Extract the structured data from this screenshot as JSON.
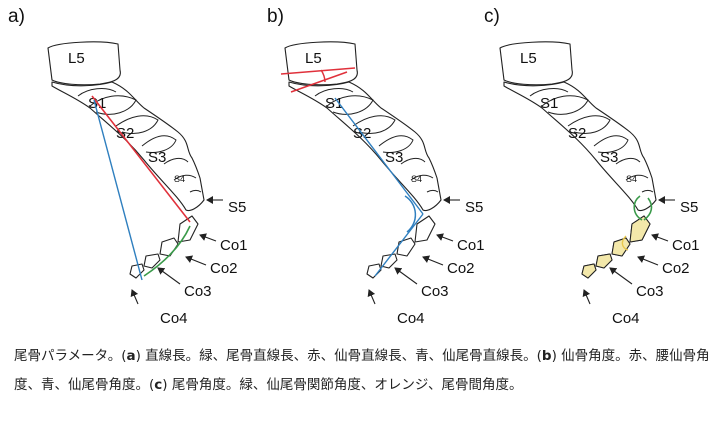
{
  "panels": [
    {
      "letter": "a)"
    },
    {
      "letter": "b)"
    },
    {
      "letter": "c)"
    }
  ],
  "labels": {
    "l5": "L5",
    "s1": "S1",
    "s2": "S2",
    "s3": "S3",
    "s4": "S4",
    "s5": "S5",
    "co1": "Co1",
    "co2": "Co2",
    "co3": "Co3",
    "co4": "Co4"
  },
  "colors": {
    "red": "#e0313b",
    "blue": "#2f7fbf",
    "green": "#3a9a4a",
    "orange": "#f0e4a0"
  },
  "caption": {
    "part1": "尾骨パラメータ。(",
    "a": "a",
    "part2": ") 直線長。緑、尾骨直線長、赤、仙骨直線長、青、仙尾骨直線長。(",
    "b": "b",
    "part3": ") 仙骨角度。赤、腰仙骨角度、青、仙尾骨角度。(",
    "c": "c",
    "part4": ") 尾骨角度。緑、仙尾骨関節角度、オレンジ、尾骨間角度。"
  }
}
